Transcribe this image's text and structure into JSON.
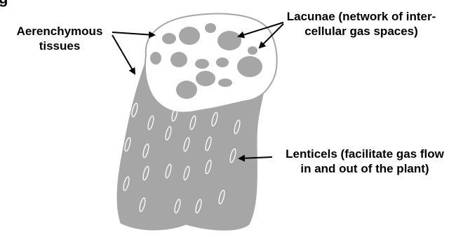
{
  "heading_fragment": "g",
  "labels": {
    "aerenchymous_line1": "Aerenchymous",
    "aerenchymous_line2": "tissues",
    "lacunae_line1": "Lacunae (network of inter-",
    "lacunae_line2": "cellular gas spaces)",
    "lenticels_line1": "Lenticels (facilitate gas flow",
    "lenticels_line2": "in and out of the plant)"
  },
  "colors": {
    "tissue_gray": "#a6a6a6",
    "cross_section_fill": "#ffffff",
    "outline": "#9a9a9a",
    "lenticel_stroke": "#ffffff",
    "arrow": "#000000",
    "text": "#000000"
  }
}
